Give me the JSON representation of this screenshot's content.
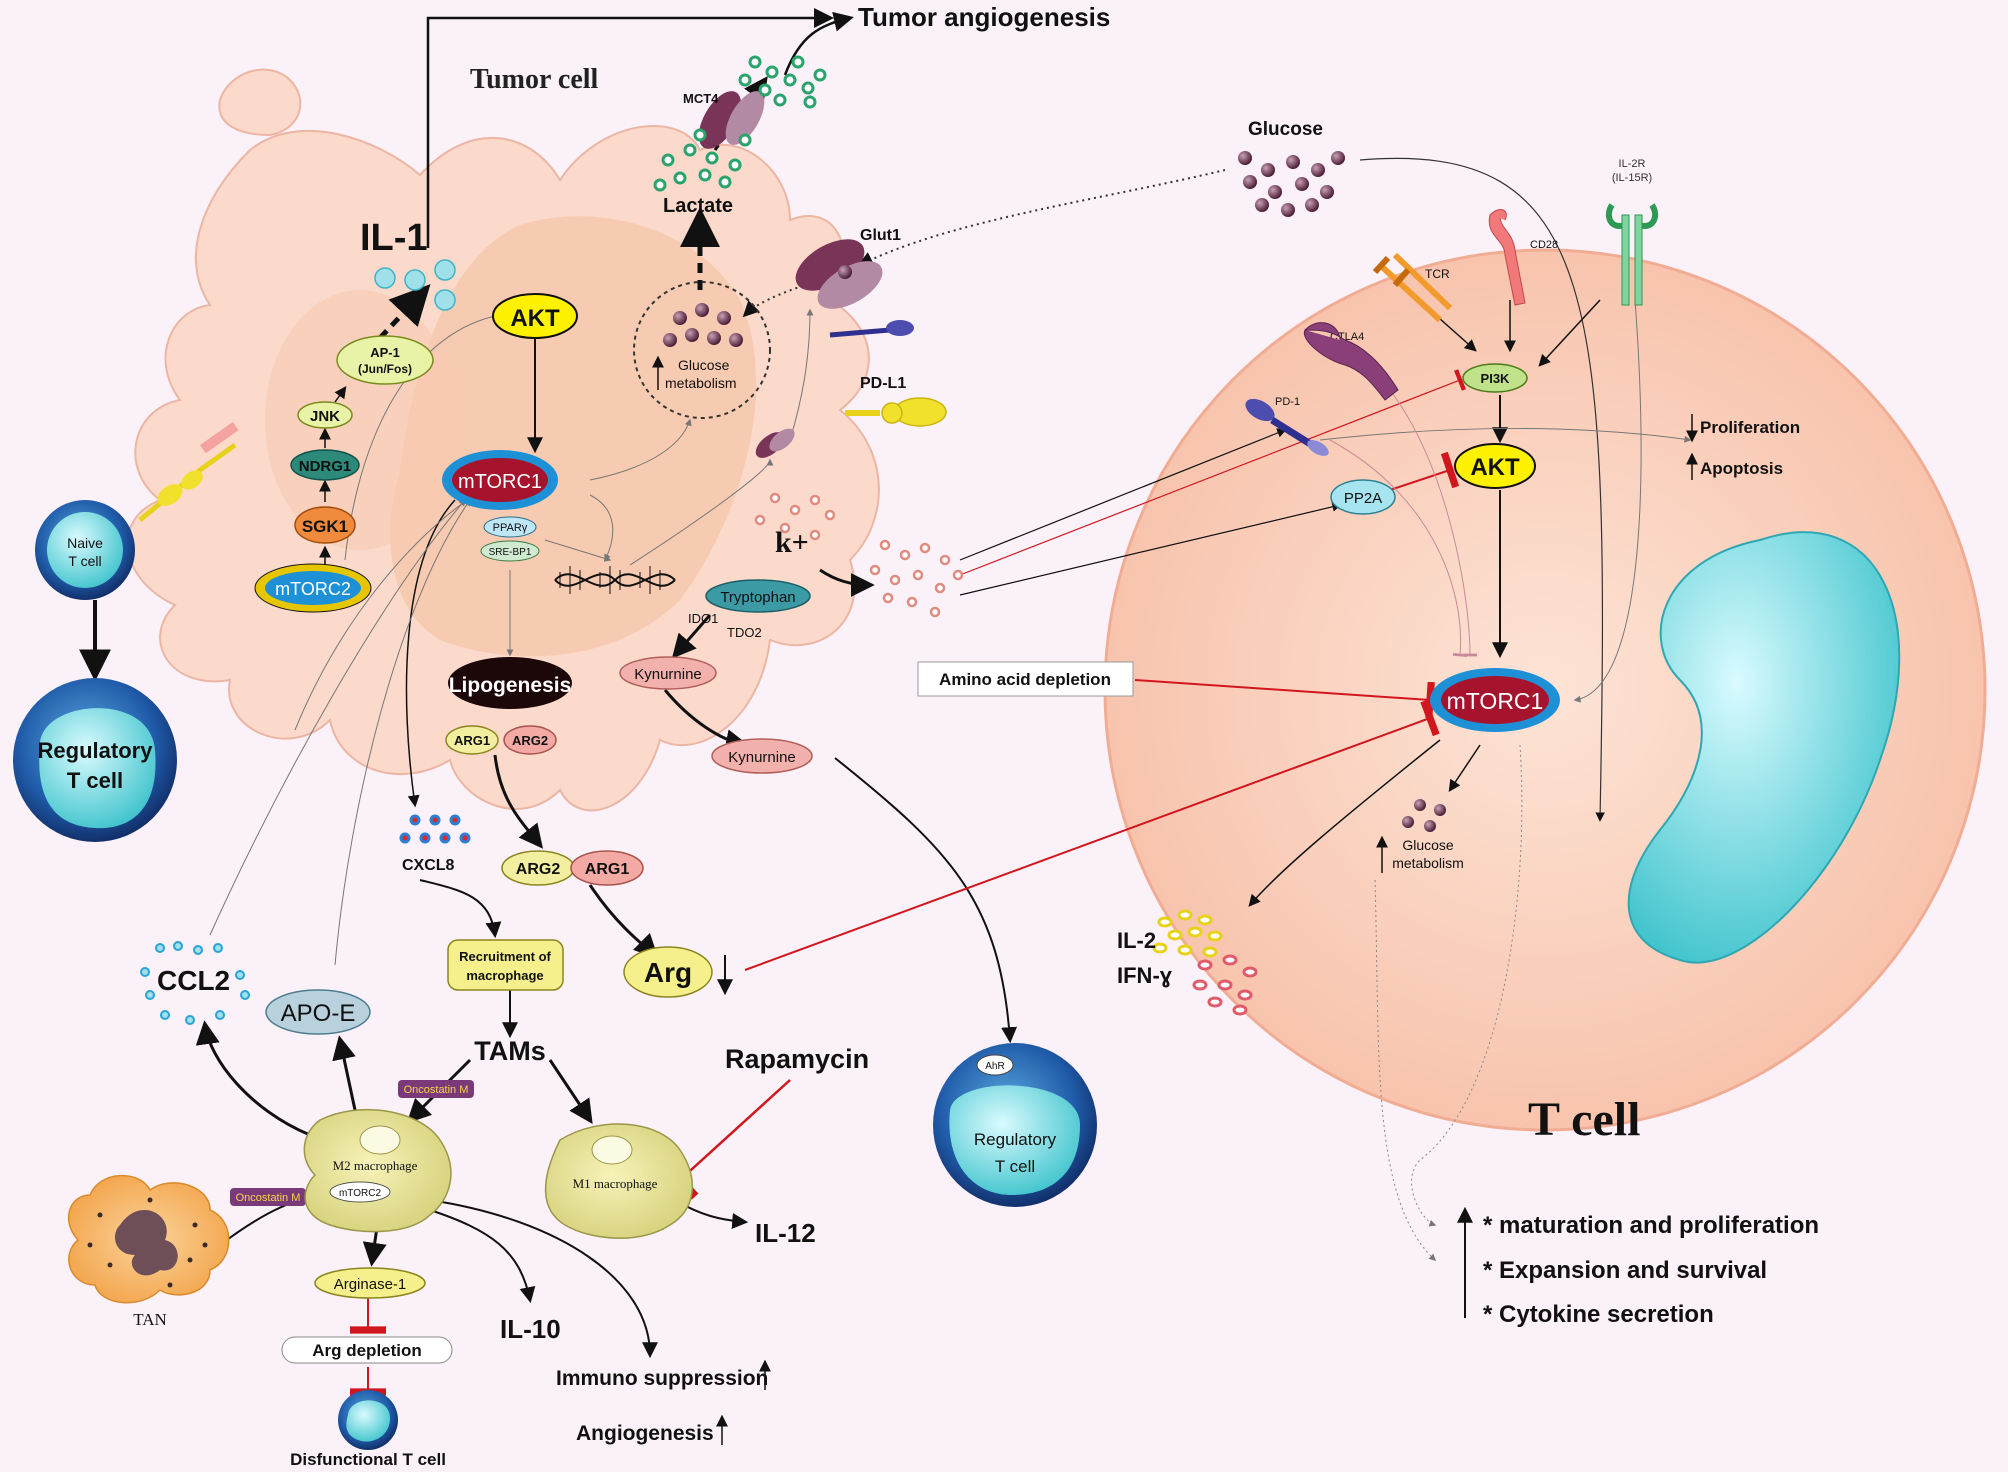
{
  "tumor_cell": {
    "title": "Tumor cell",
    "il1": "IL-1",
    "tumor_angiogenesis": "Tumor angiogenesis",
    "mct4": "MCT4",
    "lactate": "Lactate",
    "glucose_metabolism": "Glucose metabolism",
    "glut1": "Glut1",
    "pdl1": "PD-L1",
    "akt": "AKT",
    "mtorc1": "mTORC1",
    "ppar": "PPARγ",
    "srebp1": "SRE-BP1",
    "lipogenesis": "Lipogenesis",
    "ap1": "AP-1",
    "ap1_sub": "(Jun/Fos)",
    "jnk": "JNK",
    "ndrg1": "NDRG1",
    "sgk1": "SGK1",
    "mtorc2": "mTORC2",
    "kplus": "k+",
    "tryptophan": "Tryptophan",
    "ido1": "IDO1",
    "tdo2": "TDO2",
    "kynurnine": "Kynurnine",
    "arg1": "ARG1",
    "arg2": "ARG2"
  },
  "naive_t": {
    "line1": "Naive",
    "line2": "T cell"
  },
  "treg_left": {
    "line1": "Regulatory",
    "line2": "T cell"
  },
  "treg_bottom": {
    "ahr": "AhR",
    "line1": "Regulatory",
    "line2": "T cell"
  },
  "glucose": "Glucose",
  "extracellular": {
    "kynurnine": "Kynurnine",
    "arg2": "ARG2",
    "arg1": "ARG1",
    "arg": "Arg",
    "cxcl8": "CXCL8",
    "recruit1": "Recruitment of",
    "recruit2": "macrophage",
    "tams": "TAMs",
    "ccl2": "CCL2",
    "apoe": "APO-E",
    "oncostatin1": "Oncostatin M",
    "oncostatin2": "Oncostatin M",
    "m2": "M2 macrophage",
    "m2_mtorc2": "mTORC2",
    "m1": "M1 macrophage",
    "tan": "TAN",
    "arginase1": "Arginase-1",
    "arg_depletion": "Arg depletion",
    "dysfunctional_t": "Disfunctional T cell",
    "il10": "IL-10",
    "il12": "IL-12",
    "immuno_suppression": "Immuno suppression",
    "angiogenesis": "Angiogenesis",
    "rapamycin": "Rapamycin",
    "amino_acid_depletion": "Amino acid depletion",
    "il2": "IL-2",
    "ifn": "IFN-ɣ"
  },
  "t_cell": {
    "title": "T cell",
    "il2r1": "IL-2R",
    "il2r2": "(IL-15R)",
    "cd28": "CD28",
    "tcr": "TCR",
    "ctla4": "CTLA4",
    "pi3k": "PI3K",
    "pd1": "PD-1",
    "akt": "AKT",
    "pp2a": "PP2A",
    "mtorc1": "mTORC1",
    "glucose_metabolism1": "Glucose",
    "glucose_metabolism2": "metabolism",
    "proliferation": "Proliferation",
    "apoptosis": "Apoptosis"
  },
  "outcomes": [
    "* maturation and proliferation",
    "* Expansion and survival",
    "* Cytokine secretion"
  ],
  "colors": {
    "background": "#fbf1f8",
    "tumor_cell": "#fbd9cb",
    "t_cell": "#fcd8c6",
    "mtorc1": "#a5132d",
    "inhibition_line": "#d2161e",
    "nucleus": "#3fc3cc"
  }
}
